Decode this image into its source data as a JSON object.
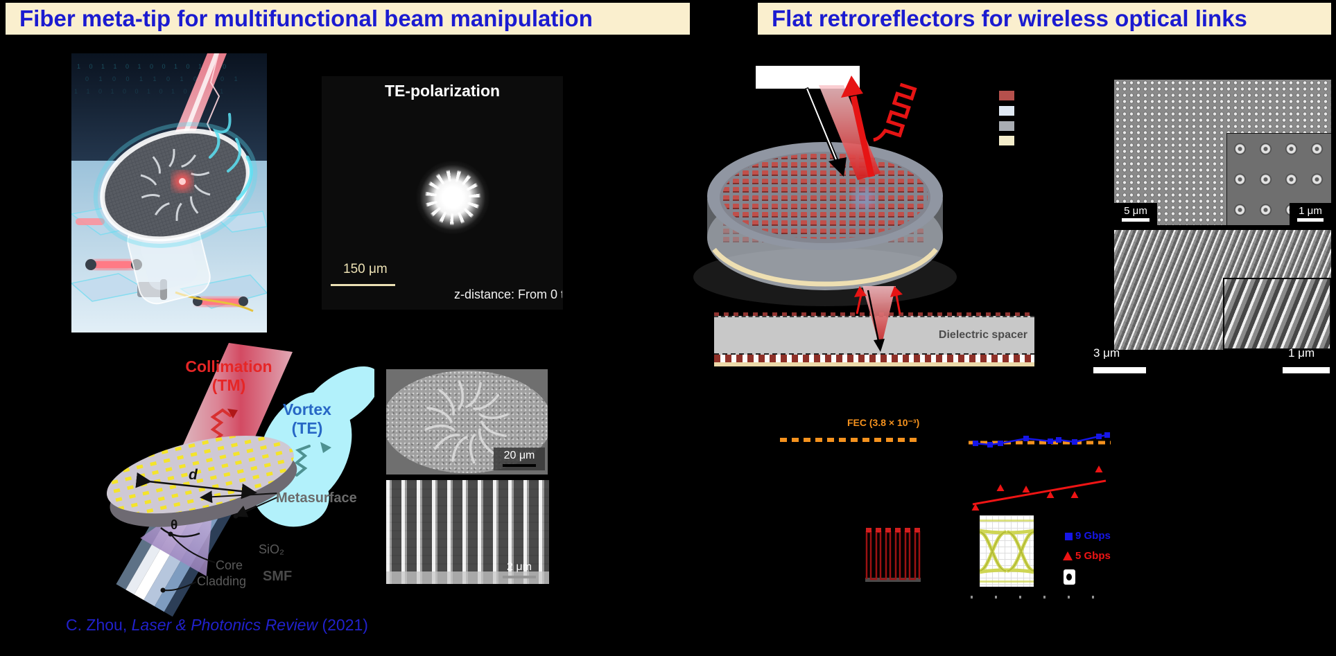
{
  "left_panel": {
    "title": "Fiber meta-tip for multifunctional beam manipulation",
    "te_image": {
      "title": "TE-polarization",
      "scale_bar_label": "150 μm",
      "z_distance_label": "z-distance: From 0 t"
    },
    "schematic": {
      "collimation_line1": "Collimation",
      "collimation_line2": "(TM)",
      "vortex_line1": "Vortex",
      "vortex_line2": "(TE)",
      "diameter_label": "d",
      "angle_label": "θ",
      "metasurface_label": "Metasurface",
      "sio2_label": "SiO₂",
      "core_label": "Core",
      "cladding_label": "Cladding",
      "smf_label": "SMF"
    },
    "sem_spiral": {
      "scale_bar_label": "20 μm"
    },
    "sem_pillars": {
      "scale_bar_label": "2 μm"
    },
    "citation": {
      "authors": "C. Zhou, ",
      "journal": "Laser & Photonics Review",
      "year": " (2021)"
    }
  },
  "right_panel": {
    "title": "Flat retroreflectors for wireless optical links",
    "material_legend_colors": [
      "#b5504c",
      "#dfe8f2",
      "#a9adb3",
      "#f3ecca"
    ],
    "sem_top": {
      "scale_bar_label": "5 μm",
      "inset_scale_bar_label": "1 μm"
    },
    "sem_tilted": {
      "scale_bar_label": "3 μm",
      "inset_scale_bar_label": "1 μm"
    },
    "cross_section": {
      "label": "Dielectric spacer"
    },
    "ber_plots": {
      "fec_label": "FEC (3.8 × 10⁻³)",
      "fec_color": "#f5921e",
      "series": [
        {
          "name": "9 Gbps",
          "color": "#1616e8",
          "marker": "square"
        },
        {
          "name": "5 Gbps",
          "color": "#ee1414",
          "marker": "triangle"
        }
      ]
    }
  }
}
